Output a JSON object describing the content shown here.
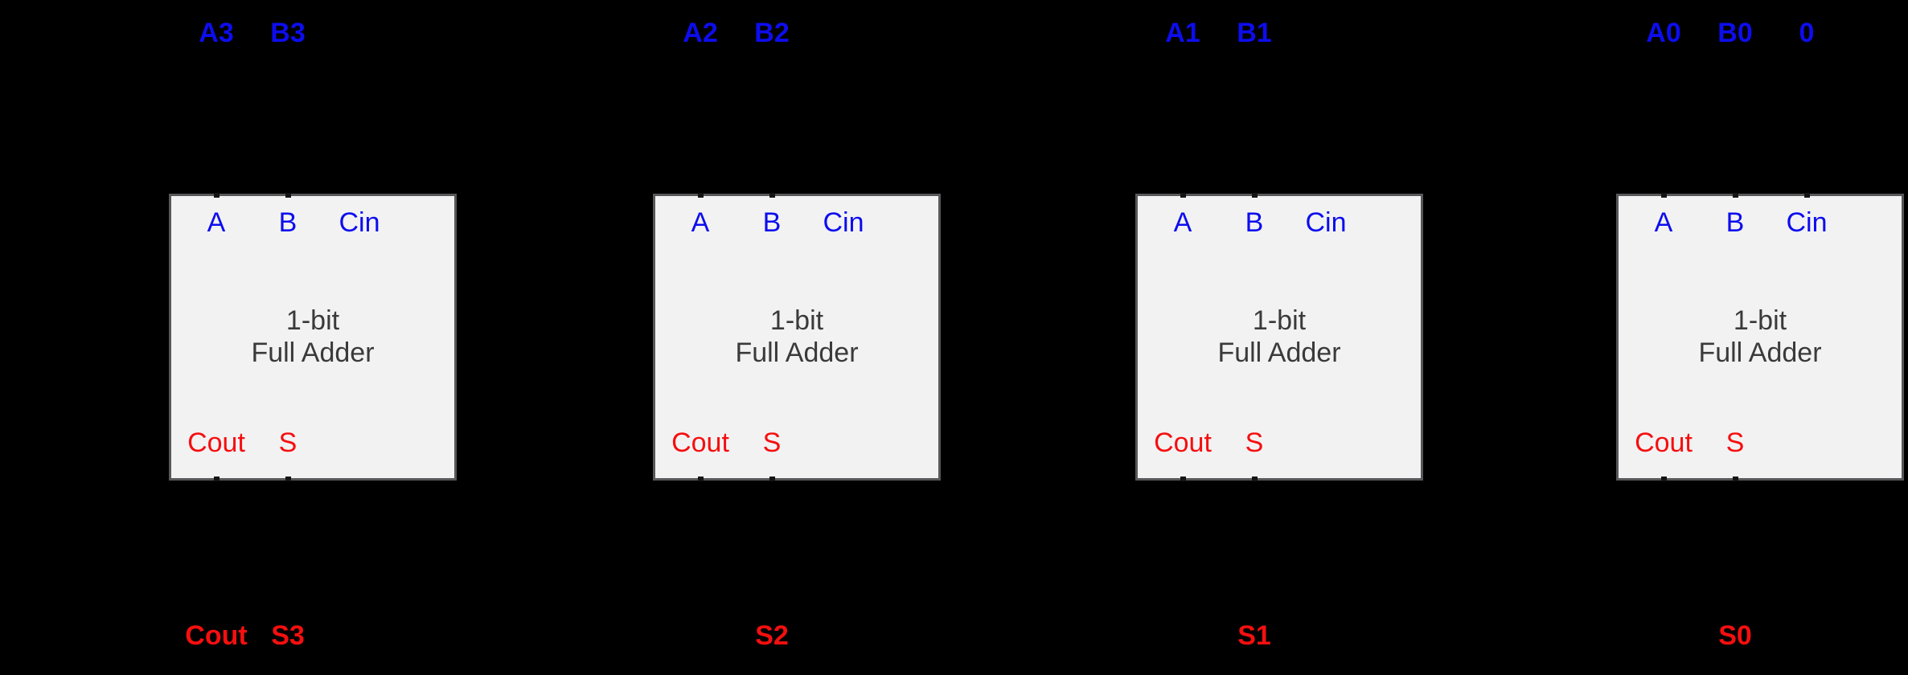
{
  "diagram": {
    "kind": "ripple-carry-adder-of-1-bit-full-adders",
    "box_title_lines": [
      "1-bit",
      "Full Adder"
    ],
    "input_port_labels": [
      "A",
      "B",
      "Cin"
    ],
    "output_port_labels": [
      "Cout",
      "S"
    ],
    "adders": [
      {
        "id": "bit3",
        "top_labels": [
          {
            "slot": 0,
            "text": "A3"
          },
          {
            "slot": 1,
            "text": "B3"
          }
        ],
        "top_stub_slots": [
          0,
          1
        ],
        "bottom_stub_slots": [
          0,
          1
        ],
        "bottom_labels": [
          {
            "slot": 0,
            "text": "Cout"
          },
          {
            "slot": 1,
            "text": "S3"
          }
        ]
      },
      {
        "id": "bit2",
        "top_labels": [
          {
            "slot": 0,
            "text": "A2"
          },
          {
            "slot": 1,
            "text": "B2"
          }
        ],
        "top_stub_slots": [
          0,
          1
        ],
        "bottom_stub_slots": [
          0,
          1
        ],
        "bottom_labels": [
          {
            "slot": 1,
            "text": "S2"
          }
        ]
      },
      {
        "id": "bit1",
        "top_labels": [
          {
            "slot": 0,
            "text": "A1"
          },
          {
            "slot": 1,
            "text": "B1"
          }
        ],
        "top_stub_slots": [
          0,
          1
        ],
        "bottom_stub_slots": [
          0,
          1
        ],
        "bottom_labels": [
          {
            "slot": 1,
            "text": "S1"
          }
        ]
      },
      {
        "id": "bit0",
        "top_labels": [
          {
            "slot": 0,
            "text": "A0"
          },
          {
            "slot": 1,
            "text": "B0"
          },
          {
            "slot": 2,
            "text": "0"
          }
        ],
        "top_stub_slots": [
          0,
          1,
          2
        ],
        "bottom_stub_slots": [
          0,
          1
        ],
        "bottom_labels": [
          {
            "slot": 1,
            "text": "S0"
          }
        ]
      }
    ]
  },
  "colors": {
    "background": "#000000",
    "box_fill": "#f2f2f3",
    "box_border": "#58585a",
    "input_text": "#0d0dee",
    "output_text": "#f50f0f",
    "body_text": "#3a3a3a",
    "wire_stub": "#141414"
  }
}
